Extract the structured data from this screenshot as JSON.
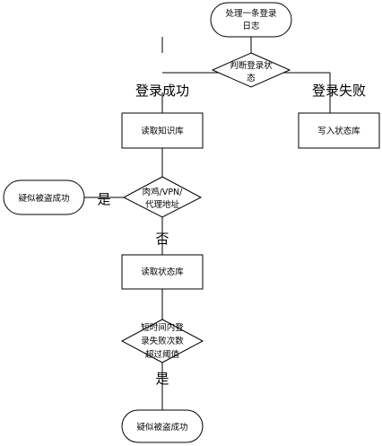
{
  "nodes": {
    "start": {
      "lines": [
        "处理一条登录",
        "日志"
      ]
    },
    "check_login": {
      "lines": [
        "判断登录状",
        "态"
      ]
    },
    "read_knowledge": {
      "lines": [
        "读取知识库"
      ]
    },
    "write_state": {
      "lines": [
        "写入状态库"
      ]
    },
    "check_proxy": {
      "lines": [
        "肉鸡/VPN/",
        "代理地址"
      ]
    },
    "stolen_1": {
      "lines": [
        "疑似被盗成功"
      ]
    },
    "read_state": {
      "lines": [
        "读取状态库"
      ]
    },
    "check_fail": {
      "lines": [
        "短时间内登",
        "录失败次数",
        "超过阈值"
      ]
    },
    "stolen_2": {
      "lines": [
        "疑似被盗成功"
      ]
    }
  },
  "labels": {
    "login_success": "登录成功",
    "login_failure": "登录失败",
    "yes_1": "是",
    "no_1": "否",
    "yes_2": "是"
  }
}
